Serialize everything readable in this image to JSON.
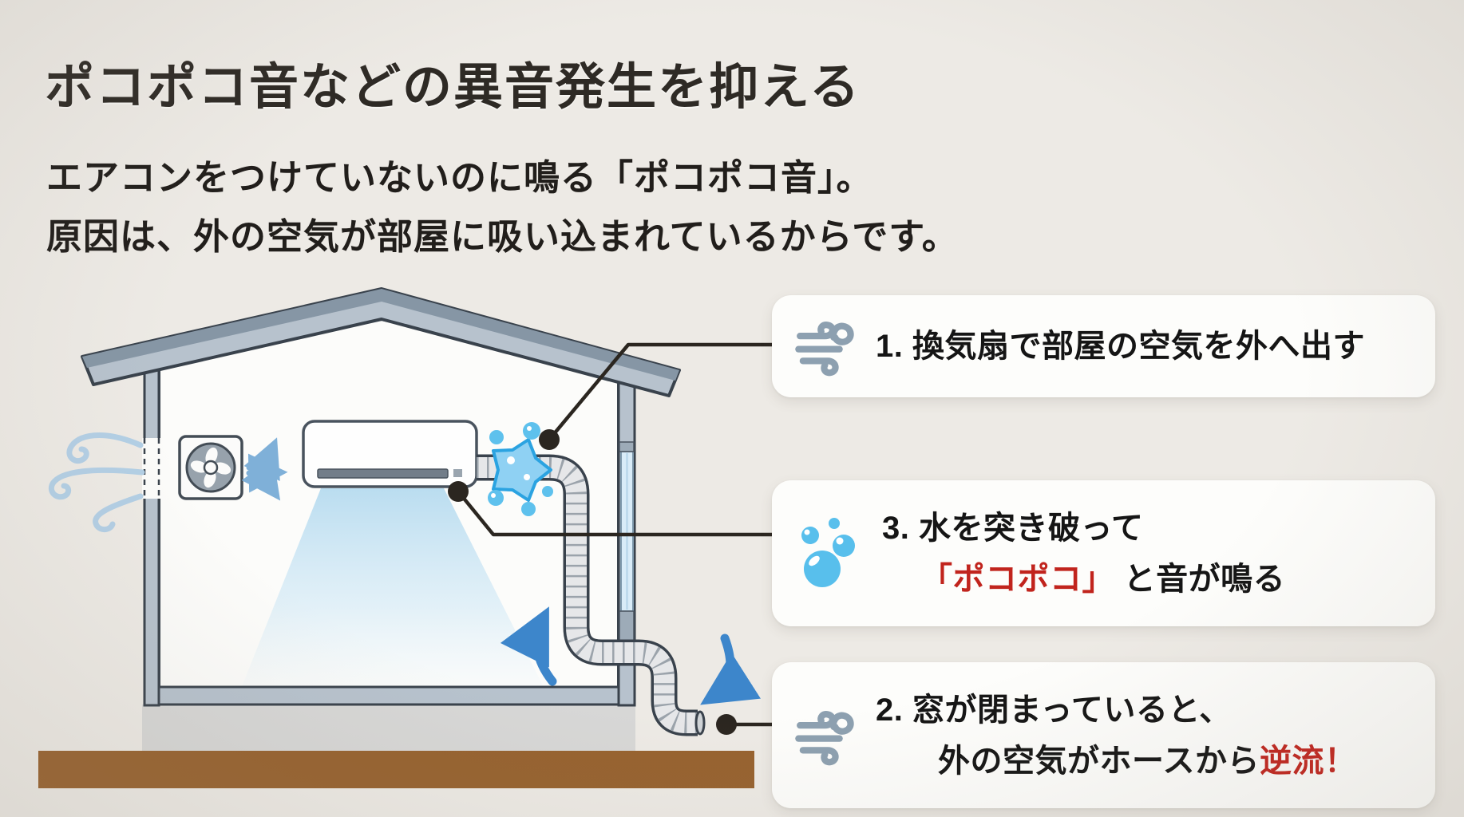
{
  "title": "ポコポコ音などの異音発生を抑える",
  "subtitle": {
    "line1": "エアコンをつけていないのに鳴る「ポコポコ音」。",
    "line2": "原因は、外の空気が部屋に吸い込まれているからです。"
  },
  "callouts": {
    "step1": {
      "icon": "wind-icon",
      "text": "1. 換気扇で部屋の空気を外へ出す"
    },
    "step3": {
      "icon": "bubbles-icon",
      "line1": "3. 水を突き破って",
      "line2_red": "「ポコポコ」",
      "line2_black": " と音が鳴る"
    },
    "step2": {
      "icon": "wind-icon",
      "line1": "2. 窓が閉まっていると、",
      "line2_black": "外の空気がホースから",
      "line2_red": "逆流！"
    }
  },
  "diagram": {
    "elements": [
      "house",
      "roof",
      "ventilation-fan",
      "air-conditioner",
      "drain-hose",
      "window",
      "foundation",
      "ground",
      "air-stream",
      "bubbles-splash",
      "wind-swirls",
      "flow-arrows"
    ]
  },
  "colors": {
    "background": "#edeae5",
    "text_dark": "#211e1b",
    "red_accent": "#c1241d",
    "roof_dark": "#8696a5",
    "roof_light": "#b7c2cd",
    "outline": "#39424c",
    "arrow_blue": "#3d86cb",
    "splash_blue": "#8fd1f3",
    "bubble_blue": "#5ec1ed",
    "ground_brown": "#97622f",
    "icon_gray_blue": "#8da0b0"
  }
}
